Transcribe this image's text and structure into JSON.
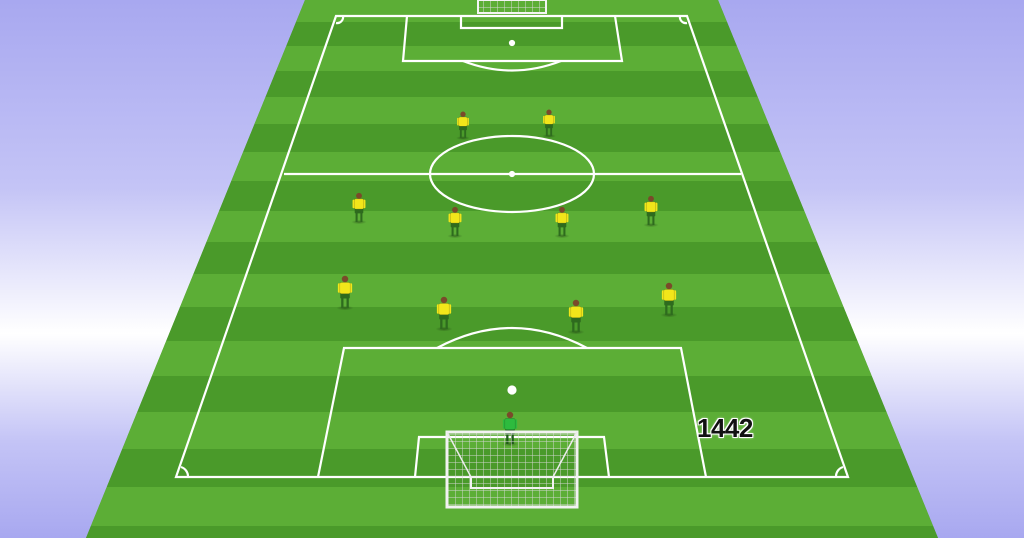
{
  "diagram": {
    "formation_label": "1442",
    "colors": {
      "grass_dark": "#4a9a2a",
      "grass_light": "#5cae36",
      "lines": "#ffffff",
      "outfield_shirt": "#f2e61a",
      "outfield_shorts": "#2e6b1e",
      "goalkeeper_shirt": "#2dbb3e"
    },
    "players": {
      "goalkeeper_count": 1,
      "outfield_count": 10,
      "rows": {
        "forwards": 2,
        "midfielders": 4,
        "defenders": 4
      }
    }
  }
}
